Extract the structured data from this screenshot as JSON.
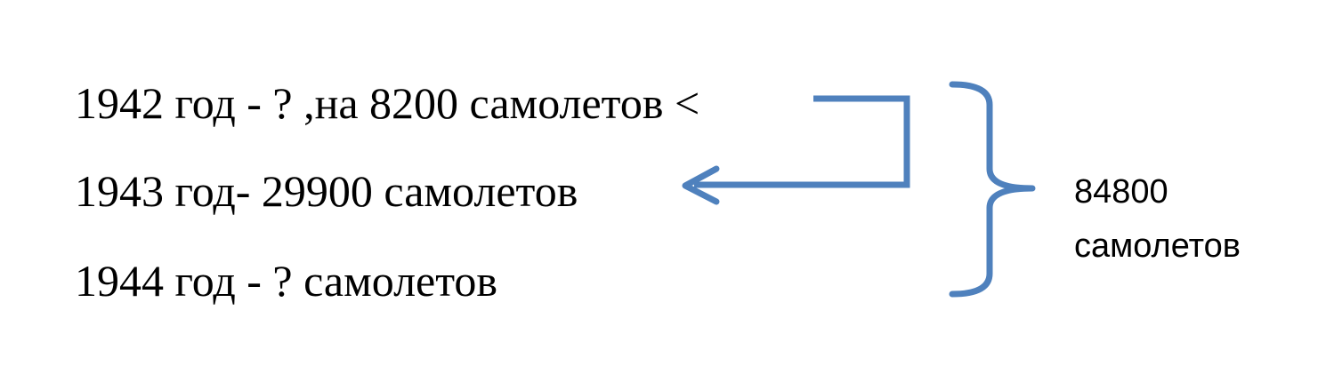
{
  "lines": {
    "y1942": "1942 год - ? ,на 8200 самолетов <",
    "y1943": "1943 год- 29900 самолетов",
    "y1944": "1944 год - ? самолетов"
  },
  "total": {
    "value": "84800",
    "unit": "самолетов"
  },
  "colors": {
    "text": "#000000",
    "connector": "#4F81BD"
  },
  "icons": {
    "arrow": "left-arrow-icon",
    "brace": "right-curly-brace-icon"
  }
}
